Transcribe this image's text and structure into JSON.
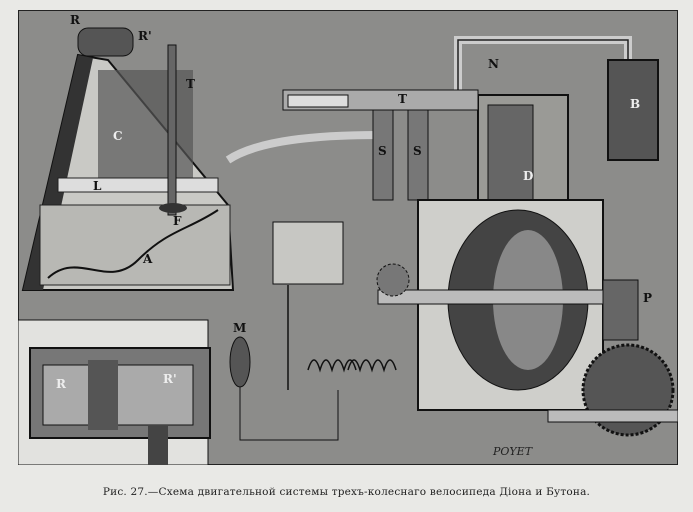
{
  "figure": {
    "caption": "Рис. 27.—Схема двигательной системы трехъ-колеснаго велосипеда Діона и Бутона.",
    "signature": "POYET",
    "labels": {
      "R_top": "R",
      "R_prime_top": "R'",
      "T_left": "T",
      "C": "C",
      "L": "L",
      "F": "F",
      "A": "A",
      "N": "N",
      "B": "B",
      "T_engine": "T",
      "S1": "S",
      "S2": "S",
      "D": "D",
      "P": "P",
      "M": "M",
      "R_inset": "R",
      "R_prime_inset": "R'"
    }
  }
}
